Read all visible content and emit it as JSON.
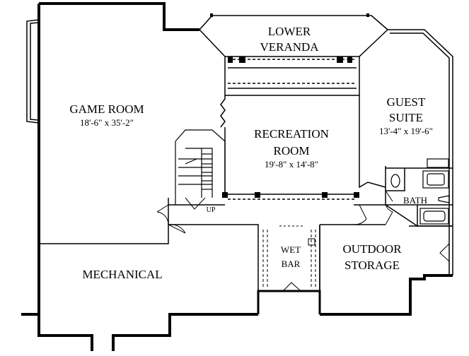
{
  "rooms": {
    "lower_veranda": {
      "line1": "LOWER",
      "line2": "VERANDA"
    },
    "game_room": {
      "name": "GAME ROOM",
      "dims": "18'-6\" x 35'-2\""
    },
    "recreation_room": {
      "line1": "RECREATION",
      "line2": "ROOM",
      "dims": "19'-8\" x 14'-8\""
    },
    "guest_suite": {
      "line1": "GUEST",
      "line2": "SUITE",
      "dims": "13'-4\" x 19'-6\""
    },
    "bath": {
      "name": "BATH"
    },
    "wet_bar": {
      "line1": "WET",
      "line2": "BAR"
    },
    "outdoor_storage": {
      "line1": "OUTDOOR",
      "line2": "STORAGE"
    },
    "mechanical": {
      "name": "MECHANICAL"
    }
  },
  "stair": {
    "label": "UP"
  }
}
